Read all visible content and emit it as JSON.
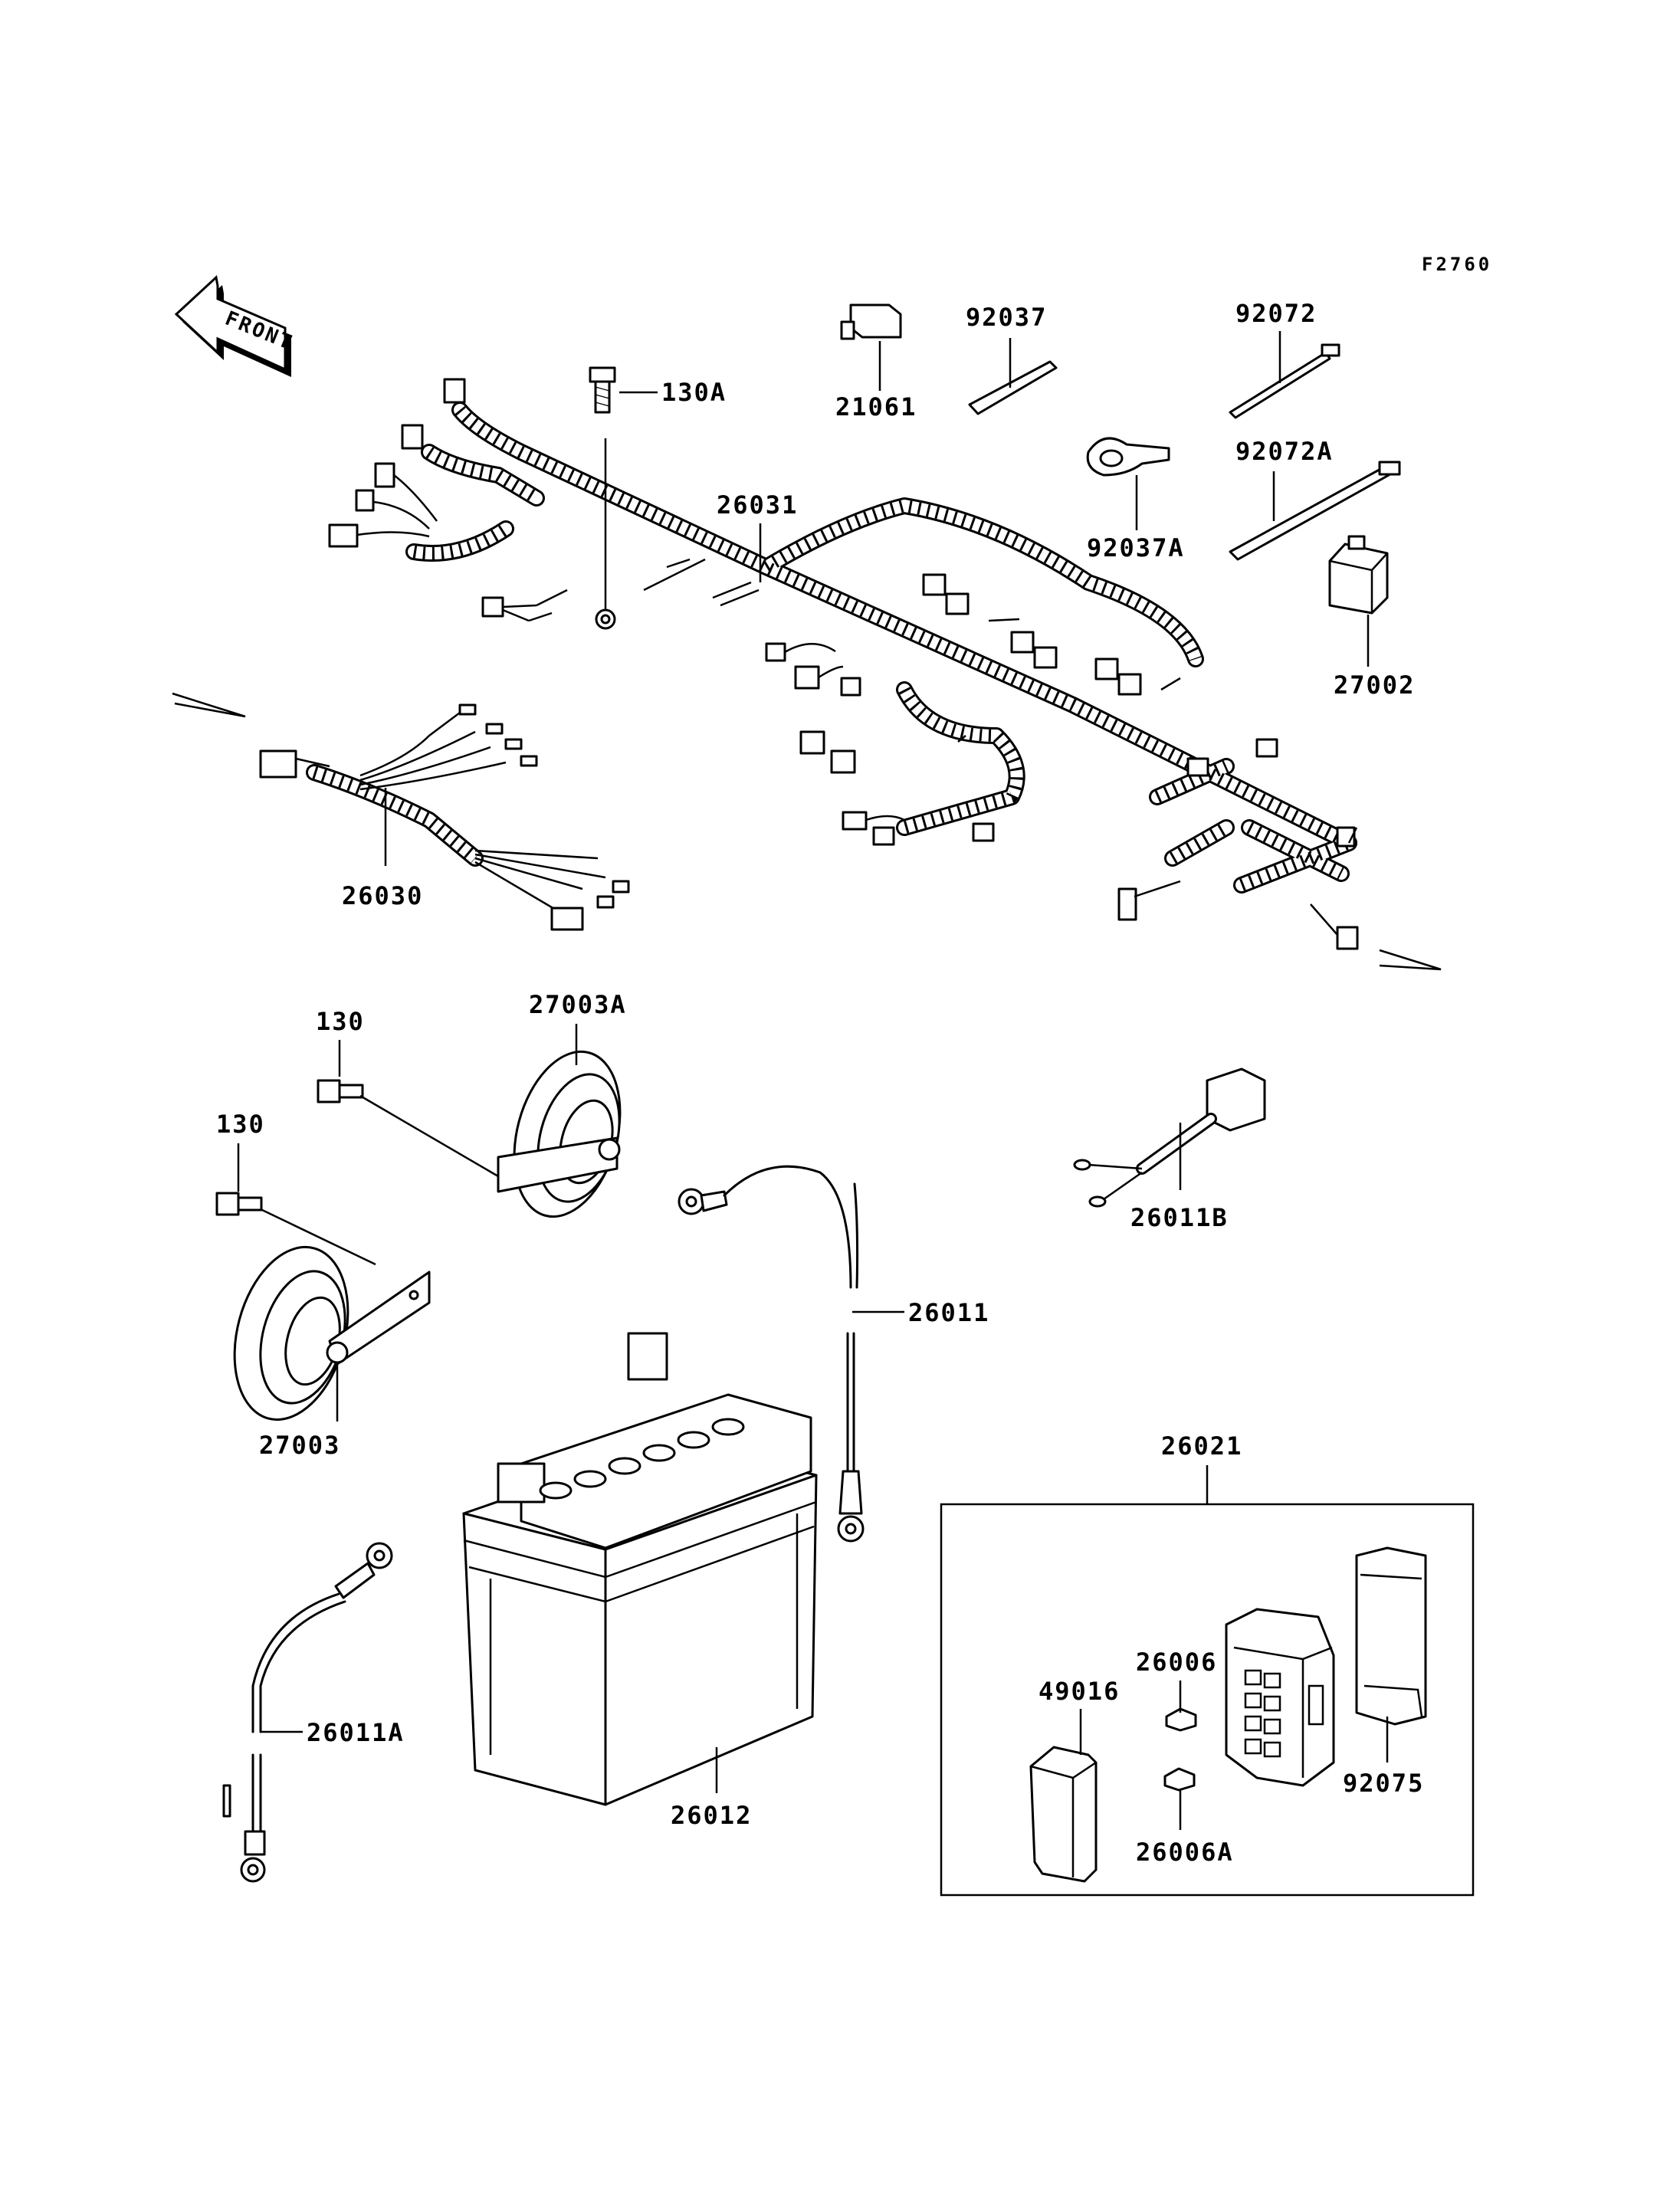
{
  "figure_code": "F2760",
  "front_arrow_label": "FRONT",
  "callouts": {
    "p130A": "130A",
    "p21061": "21061",
    "p92037": "92037",
    "p92072": "92072",
    "p92072A": "92072A",
    "p92037A": "92037A",
    "p26031": "26031",
    "p27002": "27002",
    "p26030": "26030",
    "p130_upper": "130",
    "p27003A": "27003A",
    "p130_lower": "130",
    "p26011B": "26011B",
    "p26011": "26011",
    "p27003": "27003",
    "p26021": "26021",
    "p26006": "26006",
    "p49016": "49016",
    "p92075": "92075",
    "p26006A": "26006A",
    "p26011A": "26011A",
    "p26012": "26012"
  }
}
